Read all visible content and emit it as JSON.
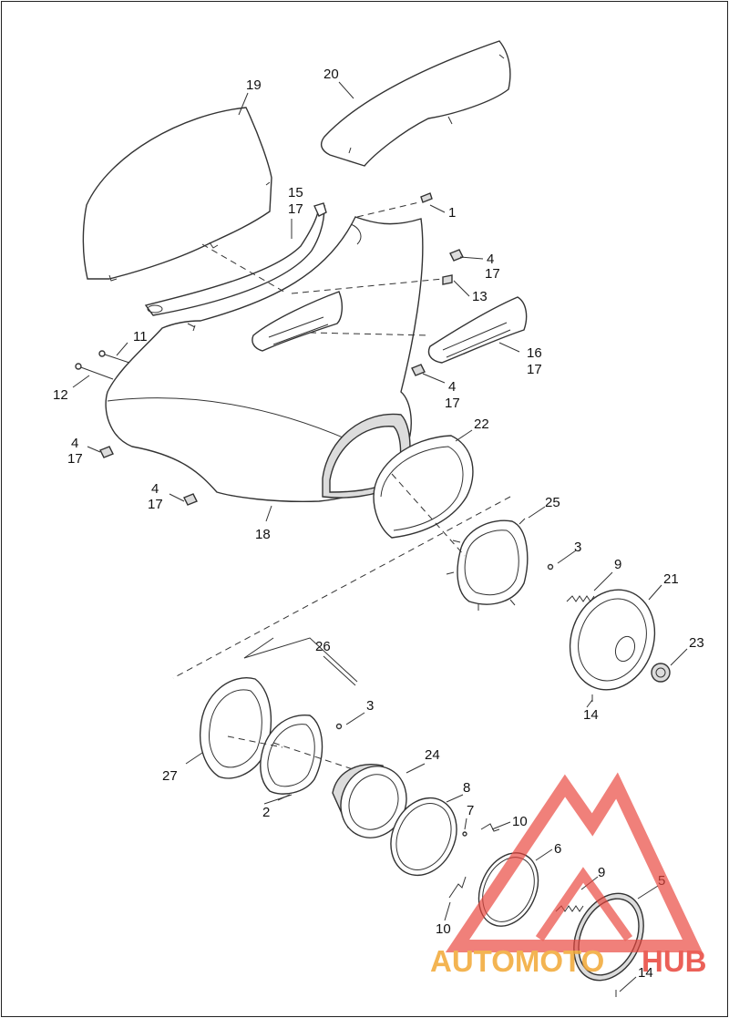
{
  "diagram": {
    "callouts": {
      "c1": "1",
      "c2": "2",
      "c3a": "3",
      "c3b": "3",
      "c4a": "4",
      "c17a": "17",
      "c4b": "4",
      "c17b": "17",
      "c4c": "4",
      "c17c": "17",
      "c4d": "4",
      "c17d": "17",
      "c5": "5",
      "c6": "6",
      "c7": "7",
      "c8": "8",
      "c9a": "9",
      "c9b": "9",
      "c10a": "10",
      "c10b": "10",
      "c11": "11",
      "c12": "12",
      "c13": "13",
      "c14a": "14",
      "c14b": "14",
      "c15": "15",
      "c17e": "17",
      "c16": "16",
      "c17f": "17",
      "c18": "18",
      "c19": "19",
      "c20": "20",
      "c21": "21",
      "c22": "22",
      "c23": "23",
      "c24": "24",
      "c25": "25",
      "c26": "26",
      "c27": "27"
    }
  },
  "watermark": {
    "brand_part1": "AUTOMOTO",
    "brand_part2": "HUB",
    "color_red": "#e8453c",
    "color_gold": "#f2a735"
  }
}
